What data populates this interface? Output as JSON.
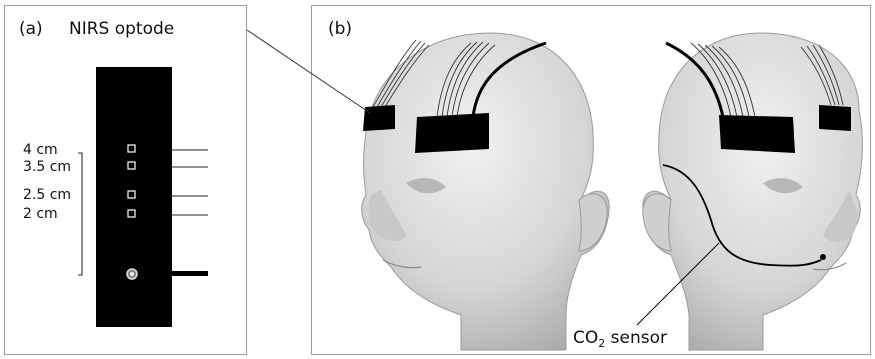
{
  "panel_a": {
    "label": "(a)",
    "title": "NIRS optode",
    "distances": [
      "4 cm",
      "3.5 cm",
      "2.5 cm",
      "2 cm"
    ]
  },
  "panel_b": {
    "label": "(b)",
    "sensor_label_main": "CO",
    "sensor_label_sub": "2",
    "sensor_label_rest": " sensor"
  }
}
